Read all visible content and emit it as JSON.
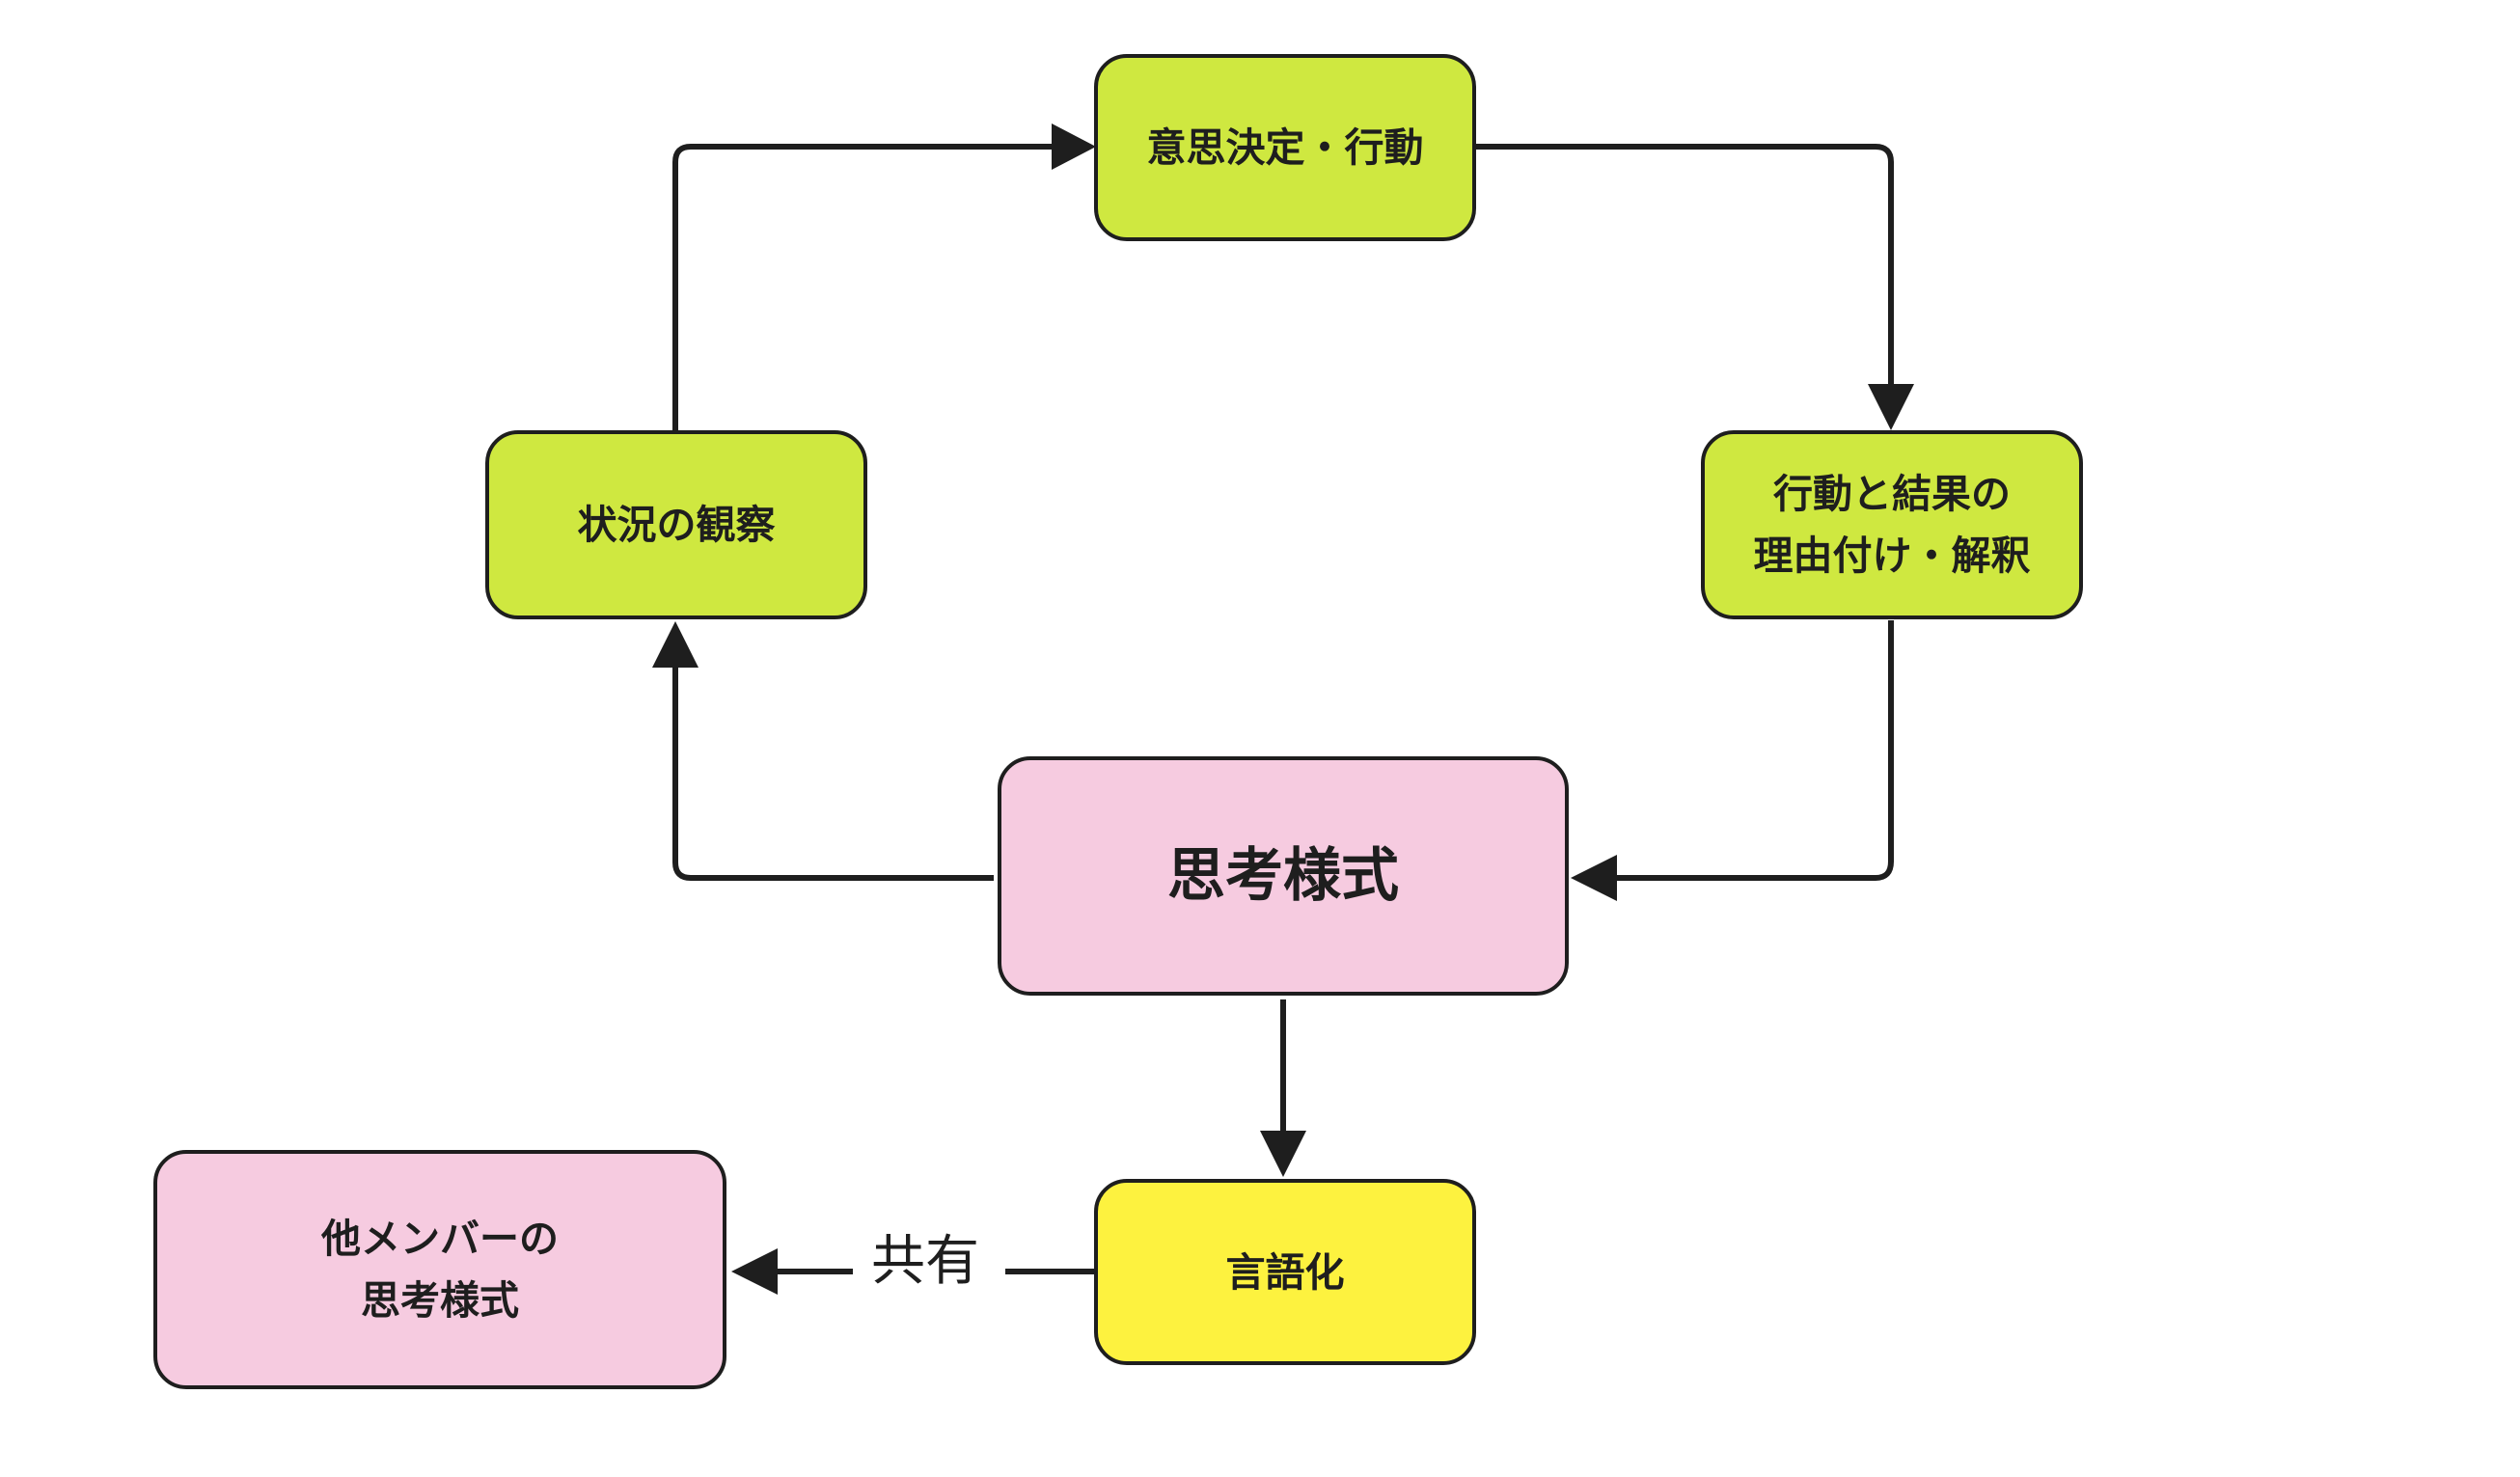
{
  "diagram": {
    "colors": {
      "lime": "#cfe840",
      "pink": "#f6cbe0",
      "yellow": "#fdf23f",
      "stroke": "#1e1e1e"
    },
    "nodes": {
      "decision": {
        "label": "意思決定・行動"
      },
      "observation": {
        "label": "状況の観察"
      },
      "interpretation": {
        "label": "行動と結果の\n理由付け・解釈"
      },
      "thinking_style": {
        "label": "思考様式"
      },
      "verbalization": {
        "label": "言語化"
      },
      "others_thinking_style": {
        "label": "他メンバーの\n思考様式"
      }
    },
    "edges": {
      "share_label": "共有"
    }
  }
}
